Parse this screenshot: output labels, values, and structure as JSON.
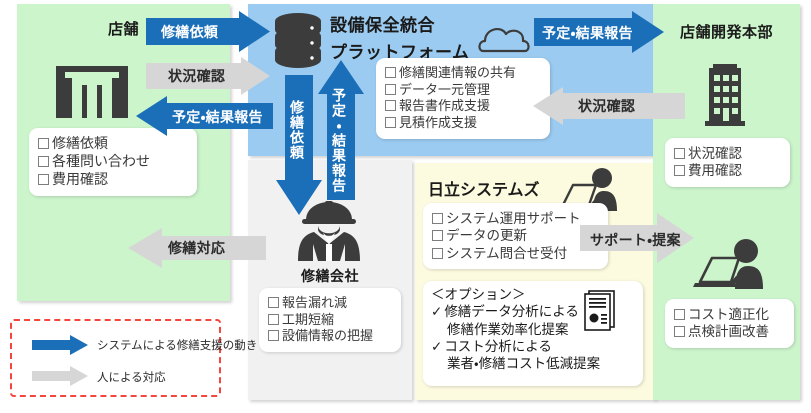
{
  "diagram": {
    "title_hidden": "設備保全統合プラットフォーム 業務フロー図"
  },
  "panels": {
    "store": {
      "title": "店舗",
      "icon": "storefront-icon",
      "note": [
        "修繕依頼",
        "各種問い合わせ",
        "費用確認"
      ]
    },
    "platform": {
      "title_line1": "設備保全統合",
      "title_line2": "プラットフォーム",
      "icons": [
        "database-icon",
        "cloud-icon"
      ],
      "note": [
        "修繕関連情報の共有",
        "データ一元管理",
        "報告書作成支援",
        "見積作成支援"
      ]
    },
    "headquarters": {
      "title": "店舗開発本部",
      "icon": "office-building-icon",
      "note": [
        "状況確認",
        "費用確認"
      ],
      "icon2": "person-laptop-icon",
      "note2": [
        "コスト適正化",
        "点検計画改善"
      ]
    },
    "repair_company": {
      "title": "修繕会社",
      "icon": "worker-helmet-icon",
      "note": [
        "報告漏れ減",
        "工期短縮",
        "設備情報の把握"
      ]
    },
    "hitachi": {
      "title": "日立システムズ",
      "icon": "person-laptop-icon",
      "note": [
        "システム運用サポート",
        "データの更新",
        "システム問合せ受付"
      ],
      "option_heading": "＜オプション＞",
      "option_icon": "report-document-icon",
      "options": [
        {
          "l1": "修繕データ分析による",
          "l2": "修繕作業効率化提案"
        },
        {
          "l1": "コスト分析による",
          "l2": "業者・修繕コスト低減提案"
        }
      ]
    }
  },
  "arrows": {
    "store_to_platform": "修繕依頼",
    "platform_to_store_status": "状況確認",
    "platform_to_store_report": "予定・結果報告",
    "platform_to_hq_report": "予定・結果報告",
    "hq_to_platform_status": "状況確認",
    "platform_to_repair_request": "修繕依頼",
    "repair_to_platform_report": "予定・結果報告",
    "repair_to_store": "修繕対応",
    "hitachi_to_hq": "サポート・提案"
  },
  "legend": {
    "items": [
      {
        "label": "システムによる修繕支援の動き",
        "color": "#1b6fb8",
        "kind": "system-arrow"
      },
      {
        "label": "人による対応",
        "color": "#d6d6d6",
        "kind": "human-arrow"
      }
    ],
    "border_color": "#f4463c"
  },
  "colors": {
    "green_panel": "#ccf5cc",
    "blue_panel": "#9bcbf0",
    "grey_panel": "#f1f1f1",
    "yellow_panel": "#fcfadf",
    "arrow_blue": "#1b6fb8",
    "arrow_grey": "#d6d6d6",
    "icon_dark": "#3c3c3c"
  }
}
